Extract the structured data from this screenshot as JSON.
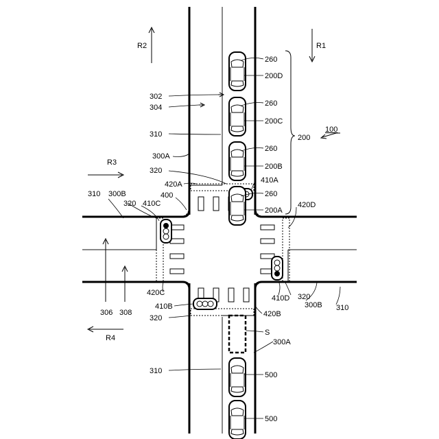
{
  "labels": {
    "r1": "R1",
    "r2": "R2",
    "r3": "R3",
    "r4": "R4",
    "l100": "100",
    "l200": "200",
    "l200a": "200A",
    "l200b": "200B",
    "l200c": "200C",
    "l200d": "200D",
    "l260a": "260",
    "l260b": "260",
    "l260c": "260",
    "l260d": "260",
    "l302": "302",
    "l304": "304",
    "l306": "306",
    "l308": "308",
    "l310a": "310",
    "l310b": "310",
    "l310c": "310",
    "l310d": "310",
    "l320a": "320",
    "l320b": "320",
    "l320c": "320",
    "l320d": "320",
    "l300a_top": "300A",
    "l300a_bot": "300A",
    "l300b_left": "300B",
    "l300b_right": "300B",
    "l400": "400",
    "l410a": "410A",
    "l410b": "410B",
    "l410c": "410C",
    "l410d": "410D",
    "l420a": "420A",
    "l420b": "420B",
    "l420c": "420C",
    "l420d": "420D",
    "l500a": "500",
    "l500b": "500",
    "ls": "S"
  }
}
